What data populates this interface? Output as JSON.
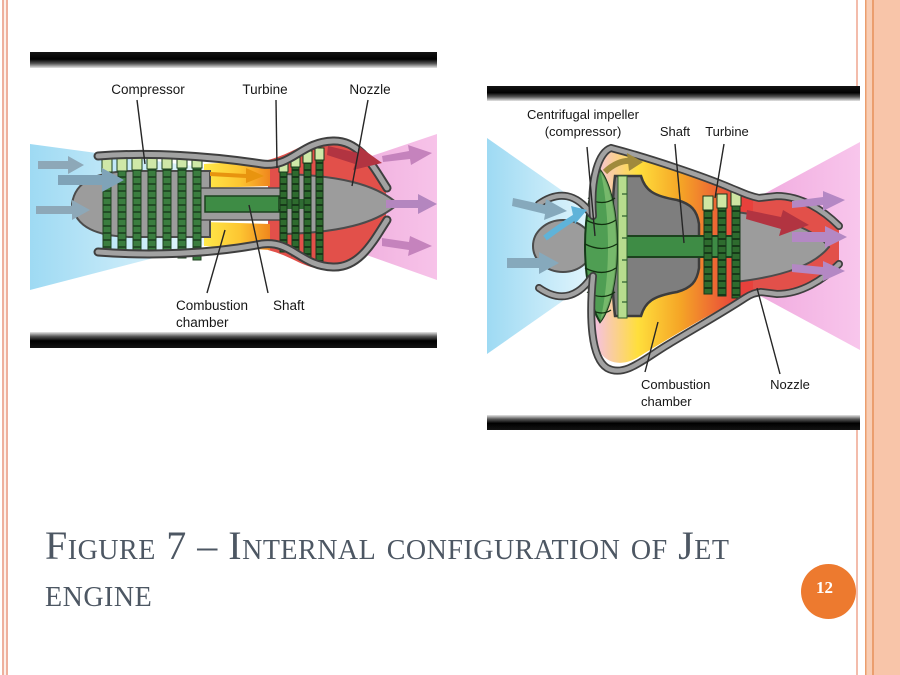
{
  "slide": {
    "title_line1": "Figure 7 – Internal configuration of Jet",
    "title_line2": "engine",
    "page_number": "12"
  },
  "colors": {
    "accent_orange": "#ED7A2F",
    "title_gray": "#4D5763",
    "stripe_salmon": "#EEB09D"
  },
  "left_diagram": {
    "description": "Axial-flow jet engine cutaway",
    "labels": {
      "compressor": "Compressor",
      "turbine": "Turbine",
      "nozzle": "Nozzle",
      "combustion_line1": "Combustion",
      "combustion_line2": "chamber",
      "shaft": "Shaft"
    }
  },
  "right_diagram": {
    "description": "Centrifugal-flow jet engine cutaway",
    "labels": {
      "impeller_line1": "Centrifugal impeller",
      "impeller_line2": "(compressor)",
      "shaft": "Shaft",
      "turbine": "Turbine",
      "combustion_line1": "Combustion",
      "combustion_line2": "chamber",
      "nozzle": "Nozzle"
    }
  }
}
